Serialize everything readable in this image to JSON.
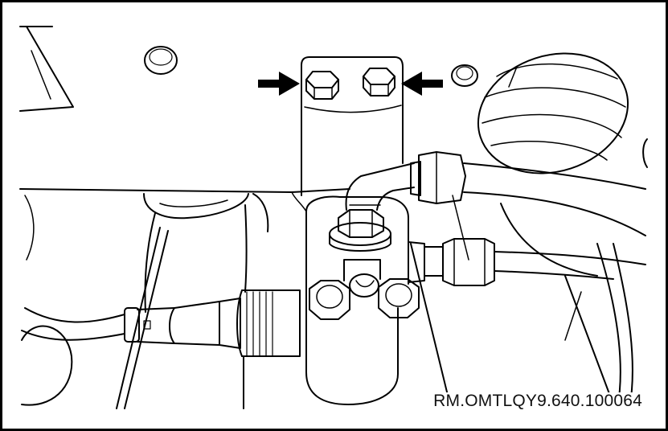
{
  "figure": {
    "reference_code": "RM.OMTLQY9.640.100064",
    "line_color": "#000000",
    "background_color": "#ffffff",
    "callouts": [
      {
        "target": "left-mounting-bolt",
        "direction": "right"
      },
      {
        "target": "right-mounting-bolt",
        "direction": "left"
      }
    ]
  }
}
